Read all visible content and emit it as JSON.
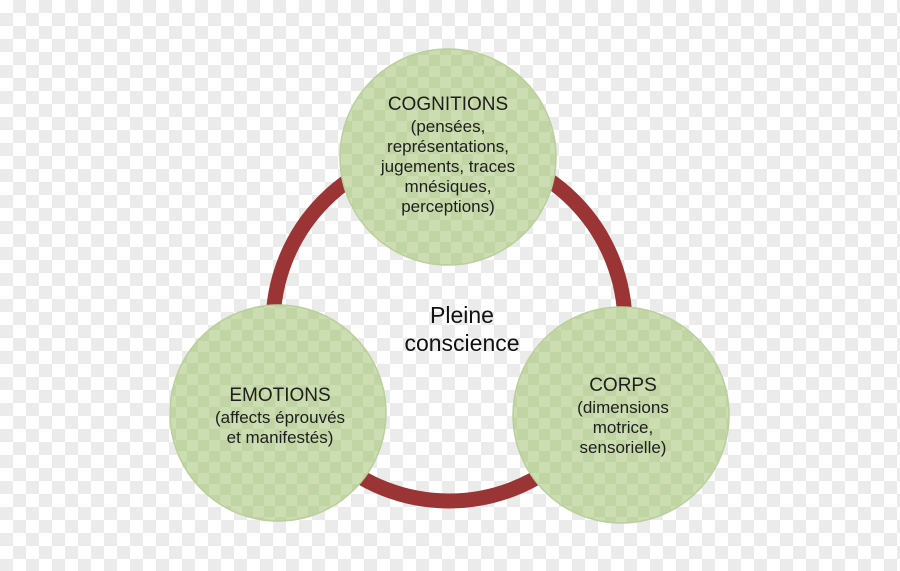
{
  "colors": {
    "ring": "#9b3434",
    "node_fill": "#c9dcae",
    "node_edge": "#b9cf9c",
    "text": "#1e1e1e"
  },
  "diagram": {
    "center": "Pleine\nconscience",
    "nodes": [
      {
        "id": "cognitions",
        "title": "COGNITIONS",
        "desc": "(pensées,\nreprésentations,\njugements, traces\nmnésiques,\nperceptions)"
      },
      {
        "id": "emotions",
        "title": "EMOTIONS",
        "desc": "(affects éprouvés\net manifestés)"
      },
      {
        "id": "corps",
        "title": "CORPS",
        "desc": "(dimensions\nmotrice,\nsensorielle)"
      }
    ]
  }
}
